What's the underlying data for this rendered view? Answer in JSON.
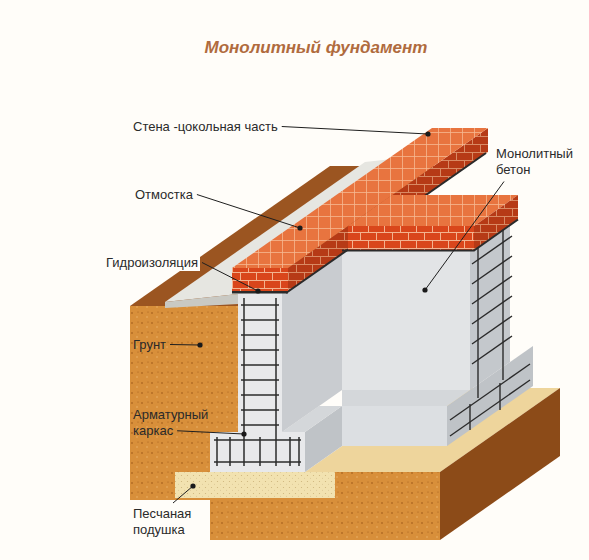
{
  "diagram": {
    "title": "Монолитный фундамент",
    "labels": [
      "Стена -цокольная часть",
      "Монолитный бетон",
      "Отмостка",
      "Гидроизоляция",
      "Грунт",
      "Арматурный каркас",
      "Песчаная подушка"
    ]
  }
}
